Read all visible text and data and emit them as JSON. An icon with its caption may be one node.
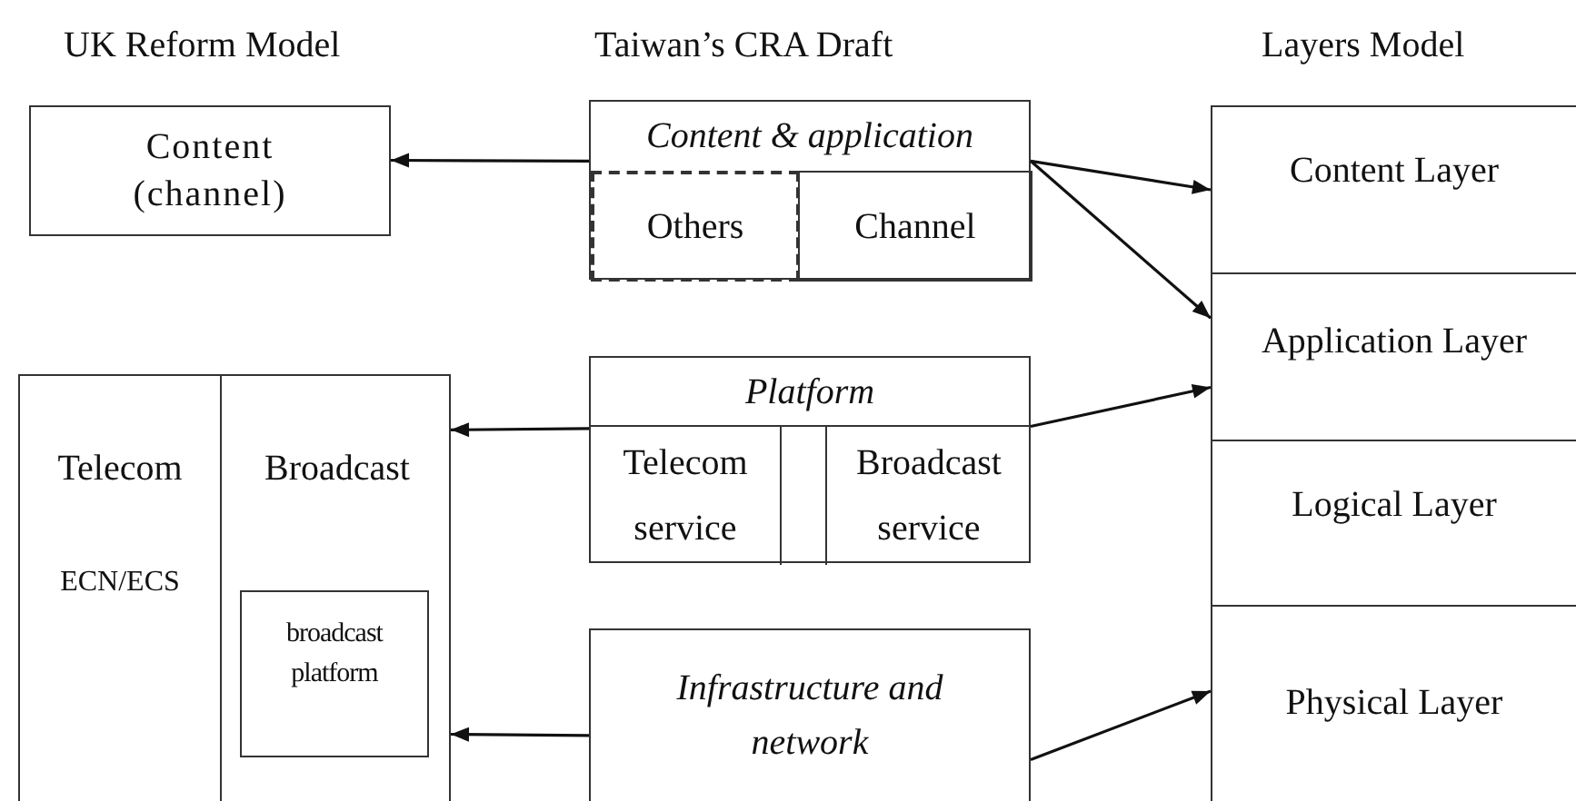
{
  "diagram": {
    "nodes": [
      {
        "text": [
          "Content (channel)"
        ]
      },
      {
        "text": [],
        "shape": "box"
      },
      {
        "text": [
          "Telecom",
          "ECN/ECS"
        ],
        "in": 1
      },
      {
        "text": [
          "Broadcast"
        ],
        "in": 1
      },
      {
        "text": [
          "broadcast platform"
        ],
        "in": 3
      },
      {
        "text": [
          "Content & application"
        ]
      },
      {
        "text": [
          "Others"
        ],
        "in": 5
      },
      {
        "text": [
          "Channel"
        ],
        "in": 5
      },
      {
        "text": [
          "Platform"
        ]
      },
      {
        "text": [
          "Telecom service"
        ],
        "in": 8
      },
      {
        "text": [],
        "shape": "box",
        "in": 8
      },
      {
        "text": [
          "Broadcast service"
        ],
        "in": 8
      },
      {
        "text": [
          "Infrastructure and network"
        ]
      },
      {
        "text": [
          "Content Layer"
        ]
      },
      {
        "text": [
          "Application Layer"
        ]
      },
      {
        "text": [
          "Logical Layer"
        ]
      },
      {
        "text": [
          "Physical Layer"
        ]
      }
    ],
    "edges": [
      {
        "from": 5,
        "to": 0,
        "arrow": "to"
      },
      {
        "from": 8,
        "to": 1,
        "arrow": "to"
      },
      {
        "from": 12,
        "to": 1,
        "arrow": "to"
      },
      {
        "from": 5,
        "to": 13,
        "arrow": "to"
      },
      {
        "from": 5,
        "to": 14,
        "arrow": "to"
      },
      {
        "from": 8,
        "to": 14,
        "arrow": "to"
      },
      {
        "from": 12,
        "to": 16,
        "arrow": "to"
      }
    ],
    "labels": [
      "UK Reform Model",
      "Taiwan’s CRA Draft",
      "Layers Model"
    ]
  }
}
